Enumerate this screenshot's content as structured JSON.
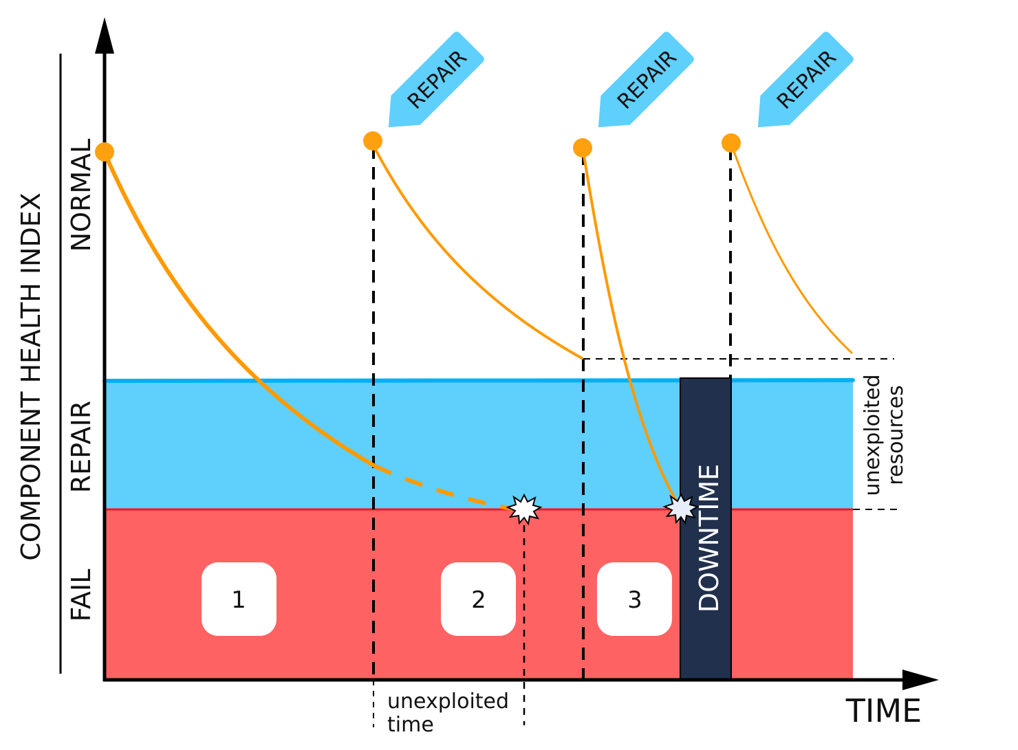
{
  "diagram": {
    "y_axis_label": "COMPONENT HEALTH INDEX",
    "x_axis_label": "TIME",
    "zones": [
      {
        "id": "normal",
        "label": "NORMAL",
        "color": "#ffffff"
      },
      {
        "id": "repair",
        "label": "REPAIR",
        "color": "#5fcffc"
      },
      {
        "id": "fail",
        "label": "FAIL",
        "color": "#ff6262"
      }
    ],
    "repair_tags": [
      {
        "label": "REPAIR"
      },
      {
        "label": "REPAIR"
      },
      {
        "label": "REPAIR"
      }
    ],
    "strategies": [
      {
        "number": "1"
      },
      {
        "number": "2"
      },
      {
        "number": "3"
      }
    ],
    "downtime_label": "DOWNTIME",
    "annotations": {
      "unexploited_time": [
        "unexploited",
        "time"
      ],
      "unexploited_resources": [
        "unexploited",
        "resources"
      ]
    },
    "colors": {
      "curve": "#ff9a00",
      "marker": "#ffa10f",
      "repair_zone": "#5fcffc",
      "repair_line": "#00b0f6",
      "fail_zone": "#ff6262",
      "fail_line": "#ff1414",
      "downtime": "#20304d",
      "tag": "#5fcffc",
      "axis": "#000000"
    }
  }
}
